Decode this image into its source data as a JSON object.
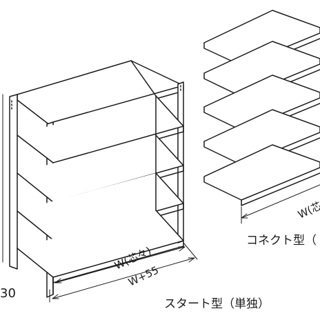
{
  "labels": {
    "height_value": "30",
    "width_center": "W(芯々)",
    "width_total": "W+55",
    "start_type": "スタート型（単独）",
    "connect_type": "コネクト型（",
    "width_center_right": "W(芯"
  },
  "colors": {
    "line": "#1a1a1a",
    "fill": "#ffffff",
    "shade": "#e6e6e6"
  }
}
